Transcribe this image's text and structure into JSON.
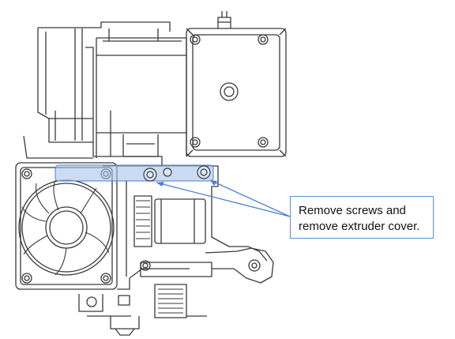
{
  "callout": {
    "line1": "Remove screws and",
    "line2": "remove extruder cover."
  },
  "colors": {
    "line_art": "#3a3a3a",
    "highlight": "#4a7fd1",
    "highlight_fill": "#a9c3ee",
    "callout_border": "#5b8fd6"
  },
  "icons": {
    "extruder": "extruder-assembly-illustration",
    "motor": "stepper-motor-illustration",
    "fan": "cooling-fan-illustration",
    "screws": "screw-icon"
  }
}
